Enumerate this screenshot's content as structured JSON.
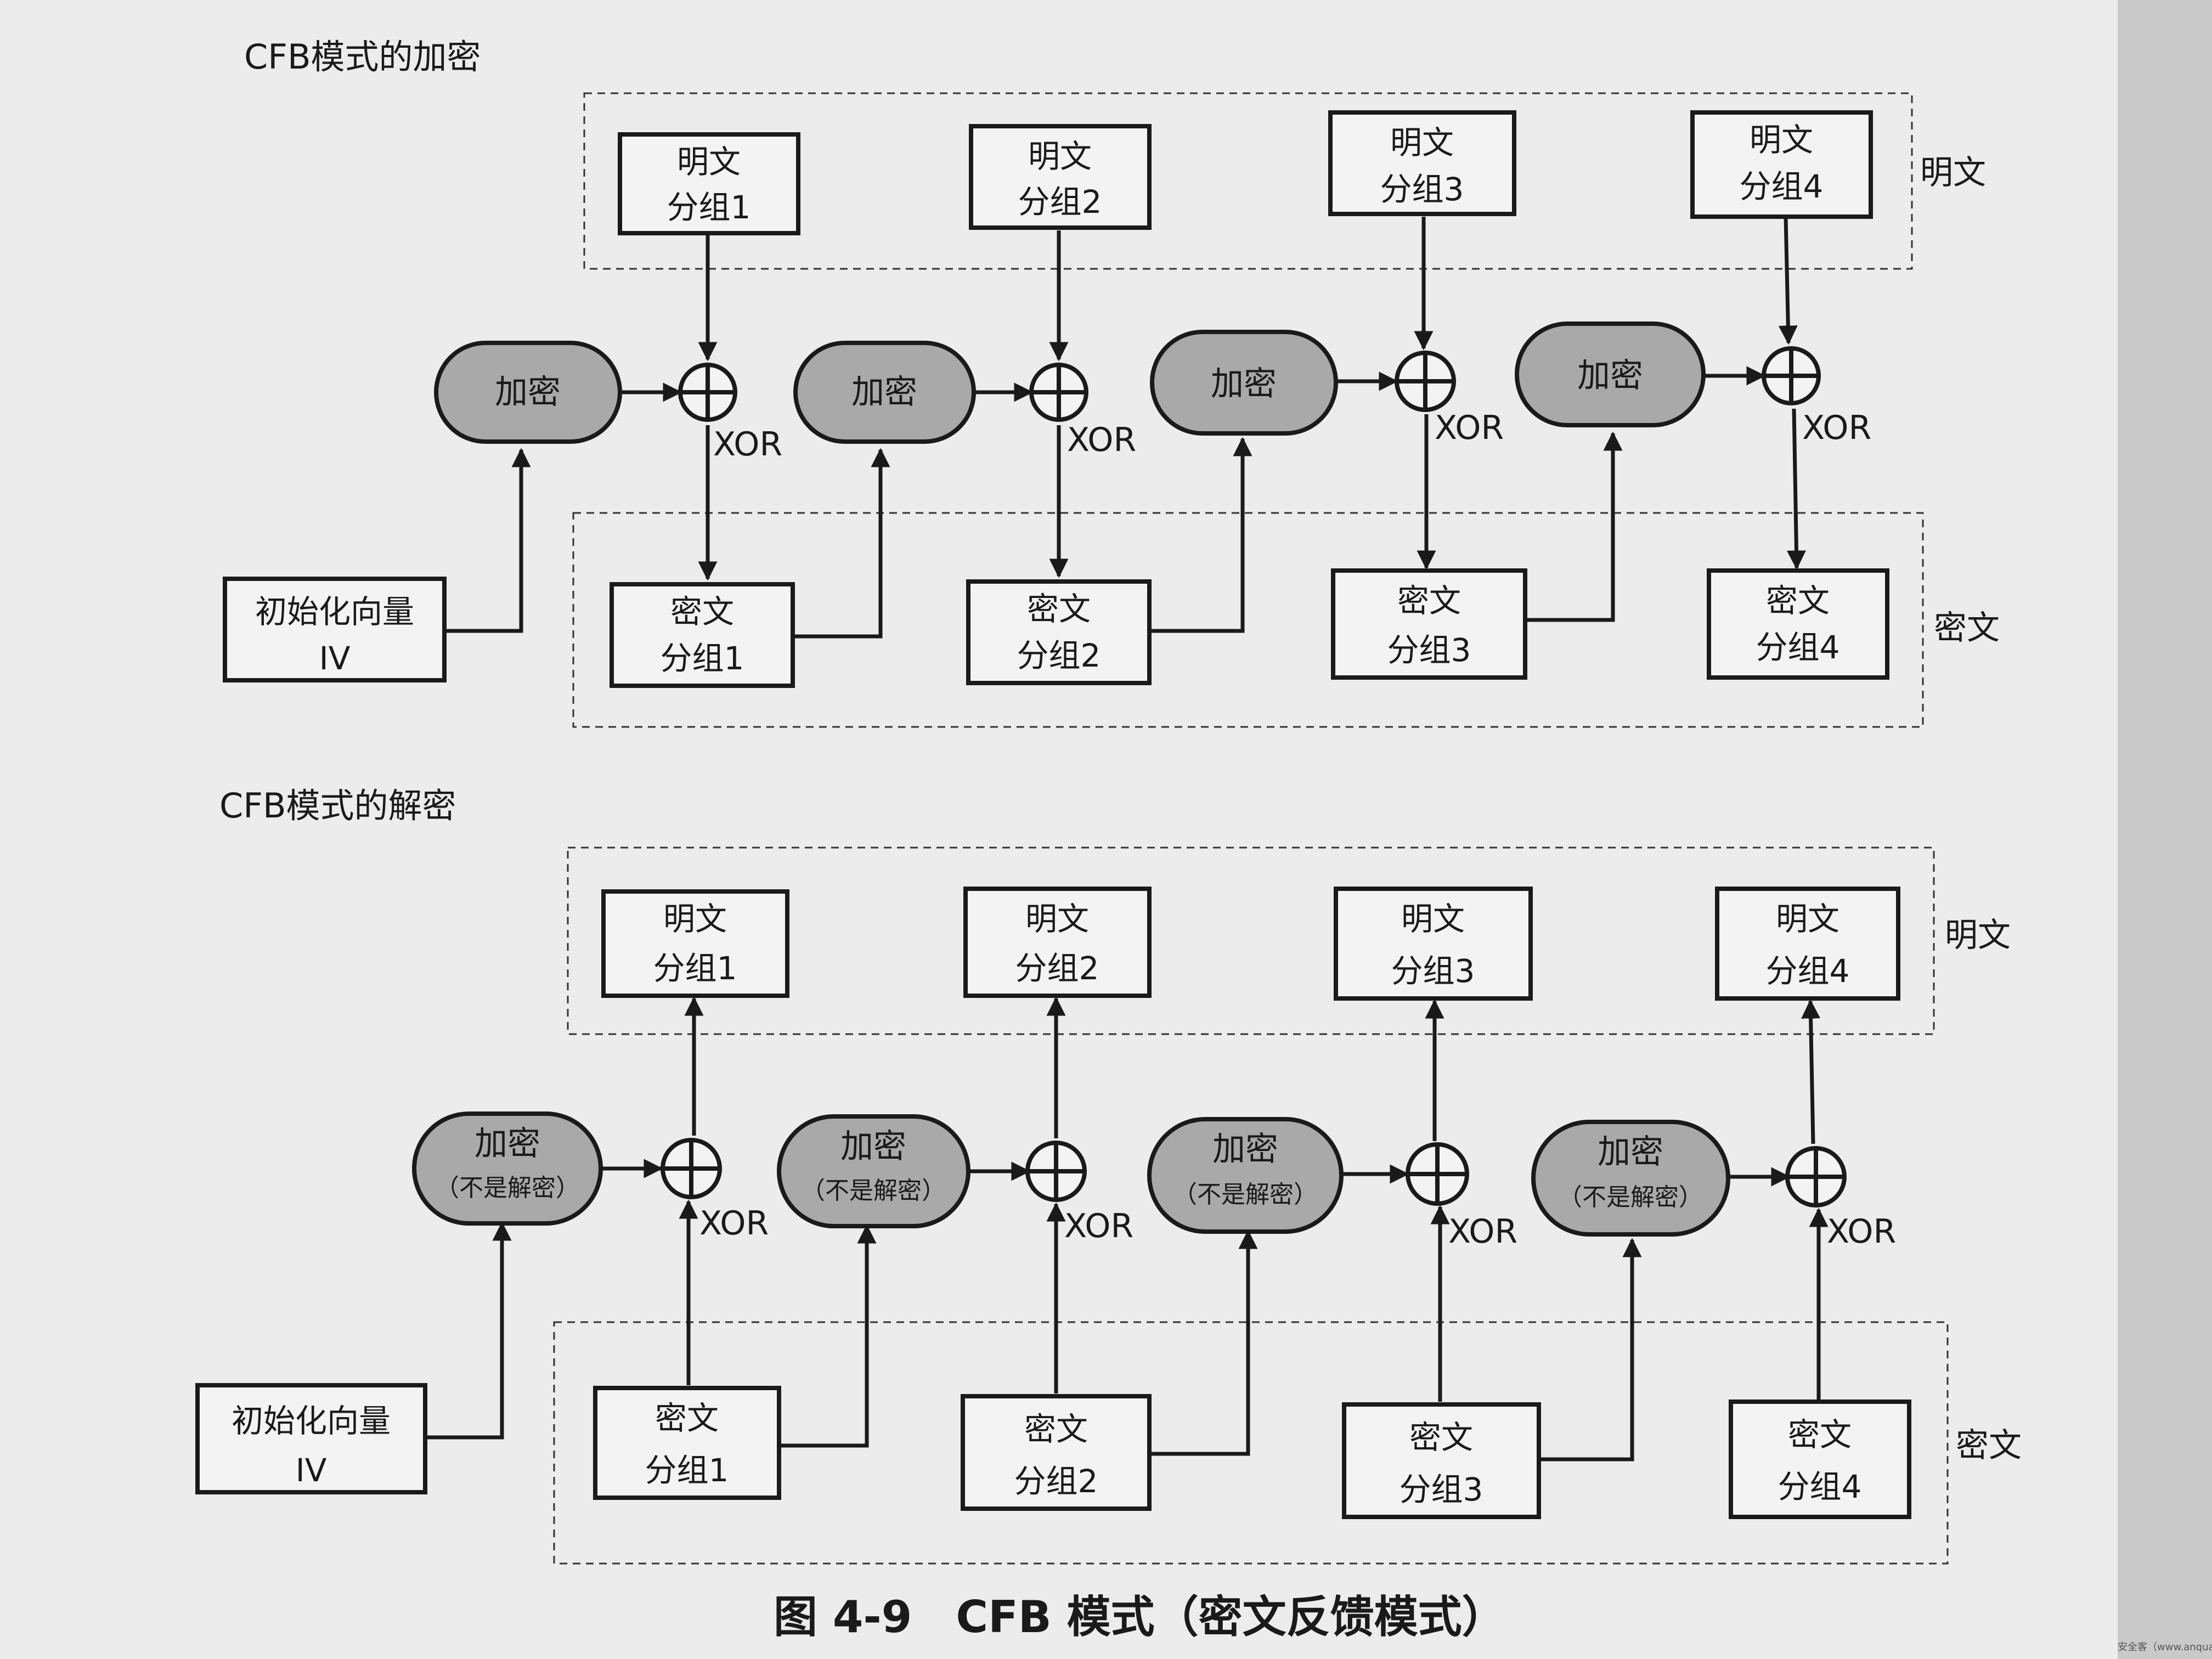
{
  "encryption": {
    "title": "CFB模式的加密",
    "plaintext_group_label": "明文",
    "ciphertext_group_label": "密文",
    "iv": {
      "line1": "初始化向量",
      "line2": "IV"
    },
    "cipher_label": "加密",
    "xor_label": "XOR",
    "plaintext_blocks": [
      {
        "line1": "明文",
        "line2": "分组1"
      },
      {
        "line1": "明文",
        "line2": "分组2"
      },
      {
        "line1": "明文",
        "line2": "分组3"
      },
      {
        "line1": "明文",
        "line2": "分组4"
      }
    ],
    "ciphertext_blocks": [
      {
        "line1": "密文",
        "line2": "分组1"
      },
      {
        "line1": "密文",
        "line2": "分组2"
      },
      {
        "line1": "密文",
        "line2": "分组3"
      },
      {
        "line1": "密文",
        "line2": "分组4"
      }
    ]
  },
  "decryption": {
    "title": "CFB模式的解密",
    "plaintext_group_label": "明文",
    "ciphertext_group_label": "密文",
    "iv": {
      "line1": "初始化向量",
      "line2": "IV"
    },
    "cipher_label": "加密",
    "cipher_sublabel": "（不是解密）",
    "xor_label": "XOR",
    "plaintext_blocks": [
      {
        "line1": "明文",
        "line2": "分组1"
      },
      {
        "line1": "明文",
        "line2": "分组2"
      },
      {
        "line1": "明文",
        "line2": "分组3"
      },
      {
        "line1": "明文",
        "line2": "分组4"
      }
    ],
    "ciphertext_blocks": [
      {
        "line1": "密文",
        "line2": "分组1"
      },
      {
        "line1": "密文",
        "line2": "分组2"
      },
      {
        "line1": "密文",
        "line2": "分组3"
      },
      {
        "line1": "密文",
        "line2": "分组4"
      }
    ]
  },
  "caption": "图 4-9　CFB 模式（密文反馈模式）",
  "watermark": "安全客（www.anquanke.com）"
}
